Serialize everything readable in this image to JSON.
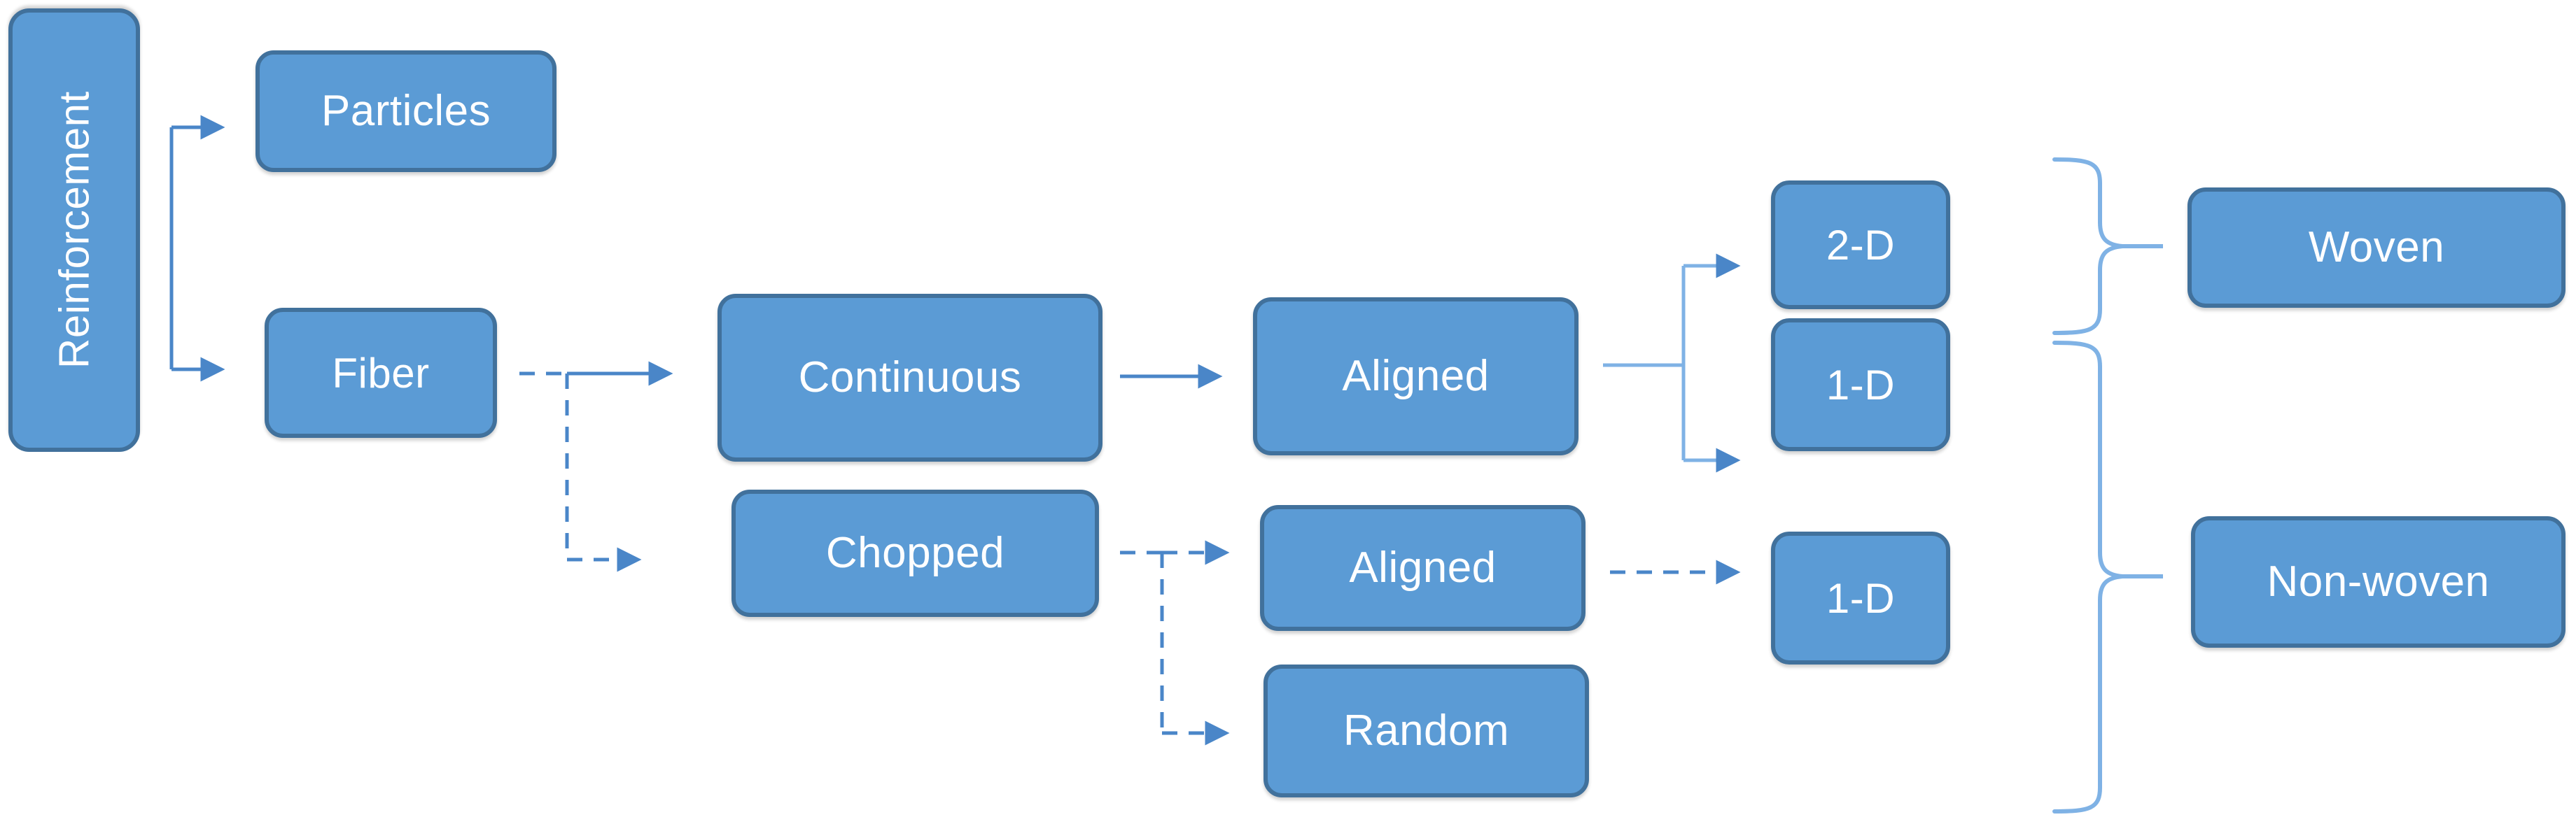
{
  "diagram": {
    "title": "Reinforcement classification flowchart",
    "colors": {
      "node_fill": "#5B9BD5",
      "node_border": "#41719C",
      "node_text": "#FFFFFF",
      "connector_solid": "#4A86C8",
      "connector_dashed": "#4A86C8",
      "brace": "#7FB2E5",
      "background": "#FFFFFF"
    },
    "nodes": [
      {
        "id": "reinforcement",
        "label": "Reinforcement",
        "orientation": "vertical"
      },
      {
        "id": "particles",
        "label": "Particles",
        "orientation": "horizontal"
      },
      {
        "id": "fiber",
        "label": "Fiber",
        "orientation": "horizontal"
      },
      {
        "id": "continuous",
        "label": "Continuous",
        "orientation": "horizontal"
      },
      {
        "id": "chopped",
        "label": "Chopped",
        "orientation": "horizontal"
      },
      {
        "id": "aligned_cont",
        "label": "Aligned",
        "orientation": "horizontal"
      },
      {
        "id": "aligned_chop",
        "label": "Aligned",
        "orientation": "horizontal"
      },
      {
        "id": "random",
        "label": "Random",
        "orientation": "horizontal"
      },
      {
        "id": "two_d",
        "label": "2-D",
        "orientation": "horizontal"
      },
      {
        "id": "one_d_upper",
        "label": "1-D",
        "orientation": "horizontal"
      },
      {
        "id": "one_d_lower",
        "label": "1-D",
        "orientation": "horizontal"
      },
      {
        "id": "woven",
        "label": "Woven",
        "orientation": "horizontal"
      },
      {
        "id": "nonwoven",
        "label": "Non-woven",
        "orientation": "horizontal"
      }
    ],
    "edges": [
      {
        "from": "reinforcement",
        "to": "particles",
        "style": "solid"
      },
      {
        "from": "reinforcement",
        "to": "fiber",
        "style": "solid"
      },
      {
        "from": "fiber",
        "to": "continuous",
        "style": "dashed-then-solid"
      },
      {
        "from": "fiber",
        "to": "chopped",
        "style": "dashed"
      },
      {
        "from": "continuous",
        "to": "aligned_cont",
        "style": "solid"
      },
      {
        "from": "aligned_cont",
        "to": "two_d",
        "style": "solid"
      },
      {
        "from": "aligned_cont",
        "to": "one_d_upper",
        "style": "solid"
      },
      {
        "from": "chopped",
        "to": "aligned_chop",
        "style": "dashed"
      },
      {
        "from": "chopped",
        "to": "random",
        "style": "dashed"
      },
      {
        "from": "aligned_chop",
        "to": "one_d_lower",
        "style": "dashed"
      }
    ],
    "groups": [
      {
        "id": "woven_group",
        "members": [
          "two_d"
        ],
        "label": "Woven"
      },
      {
        "id": "nonwoven_group",
        "members": [
          "one_d_upper",
          "one_d_lower",
          "random"
        ],
        "label": "Non-woven"
      }
    ]
  },
  "nodes": {
    "reinforcement": "Reinforcement",
    "particles": "Particles",
    "fiber": "Fiber",
    "continuous": "Continuous",
    "chopped": "Chopped",
    "aligned_cont": "Aligned",
    "aligned_chop": "Aligned",
    "random": "Random",
    "two_d": "2-D",
    "one_d_upper": "1-D",
    "one_d_lower": "1-D",
    "woven": "Woven",
    "nonwoven": "Non-woven"
  }
}
